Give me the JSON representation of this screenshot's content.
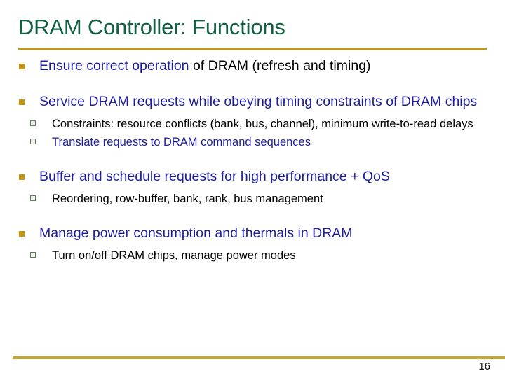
{
  "slide": {
    "title": "DRAM Controller: Functions",
    "title_color": "#116040",
    "rule_color": "#b8982e",
    "background_color": "#ffffff",
    "body_accent_color": "#1c1c9c",
    "level1_bullet_color": "#c8960c",
    "level2_bullet_color": "#5f7a58"
  },
  "bullets": {
    "b1": {
      "part_navy": "Ensure correct operation",
      "part_black": " of DRAM (refresh and timing)"
    },
    "b2": {
      "text": "Service DRAM requests while obeying timing constraints of DRAM chips",
      "sub1": "Constraints: resource conflicts (bank, bus, channel), minimum write-to-read delays",
      "sub2": "Translate requests to DRAM command sequences"
    },
    "b3": {
      "text": "Buffer and schedule requests for high performance + QoS",
      "sub1": "Reordering, row-buffer, bank, rank, bus management"
    },
    "b4": {
      "text": "Manage power consumption and thermals in DRAM",
      "sub1": "Turn on/off DRAM chips, manage power modes"
    }
  },
  "footer": {
    "page_number": "16"
  }
}
